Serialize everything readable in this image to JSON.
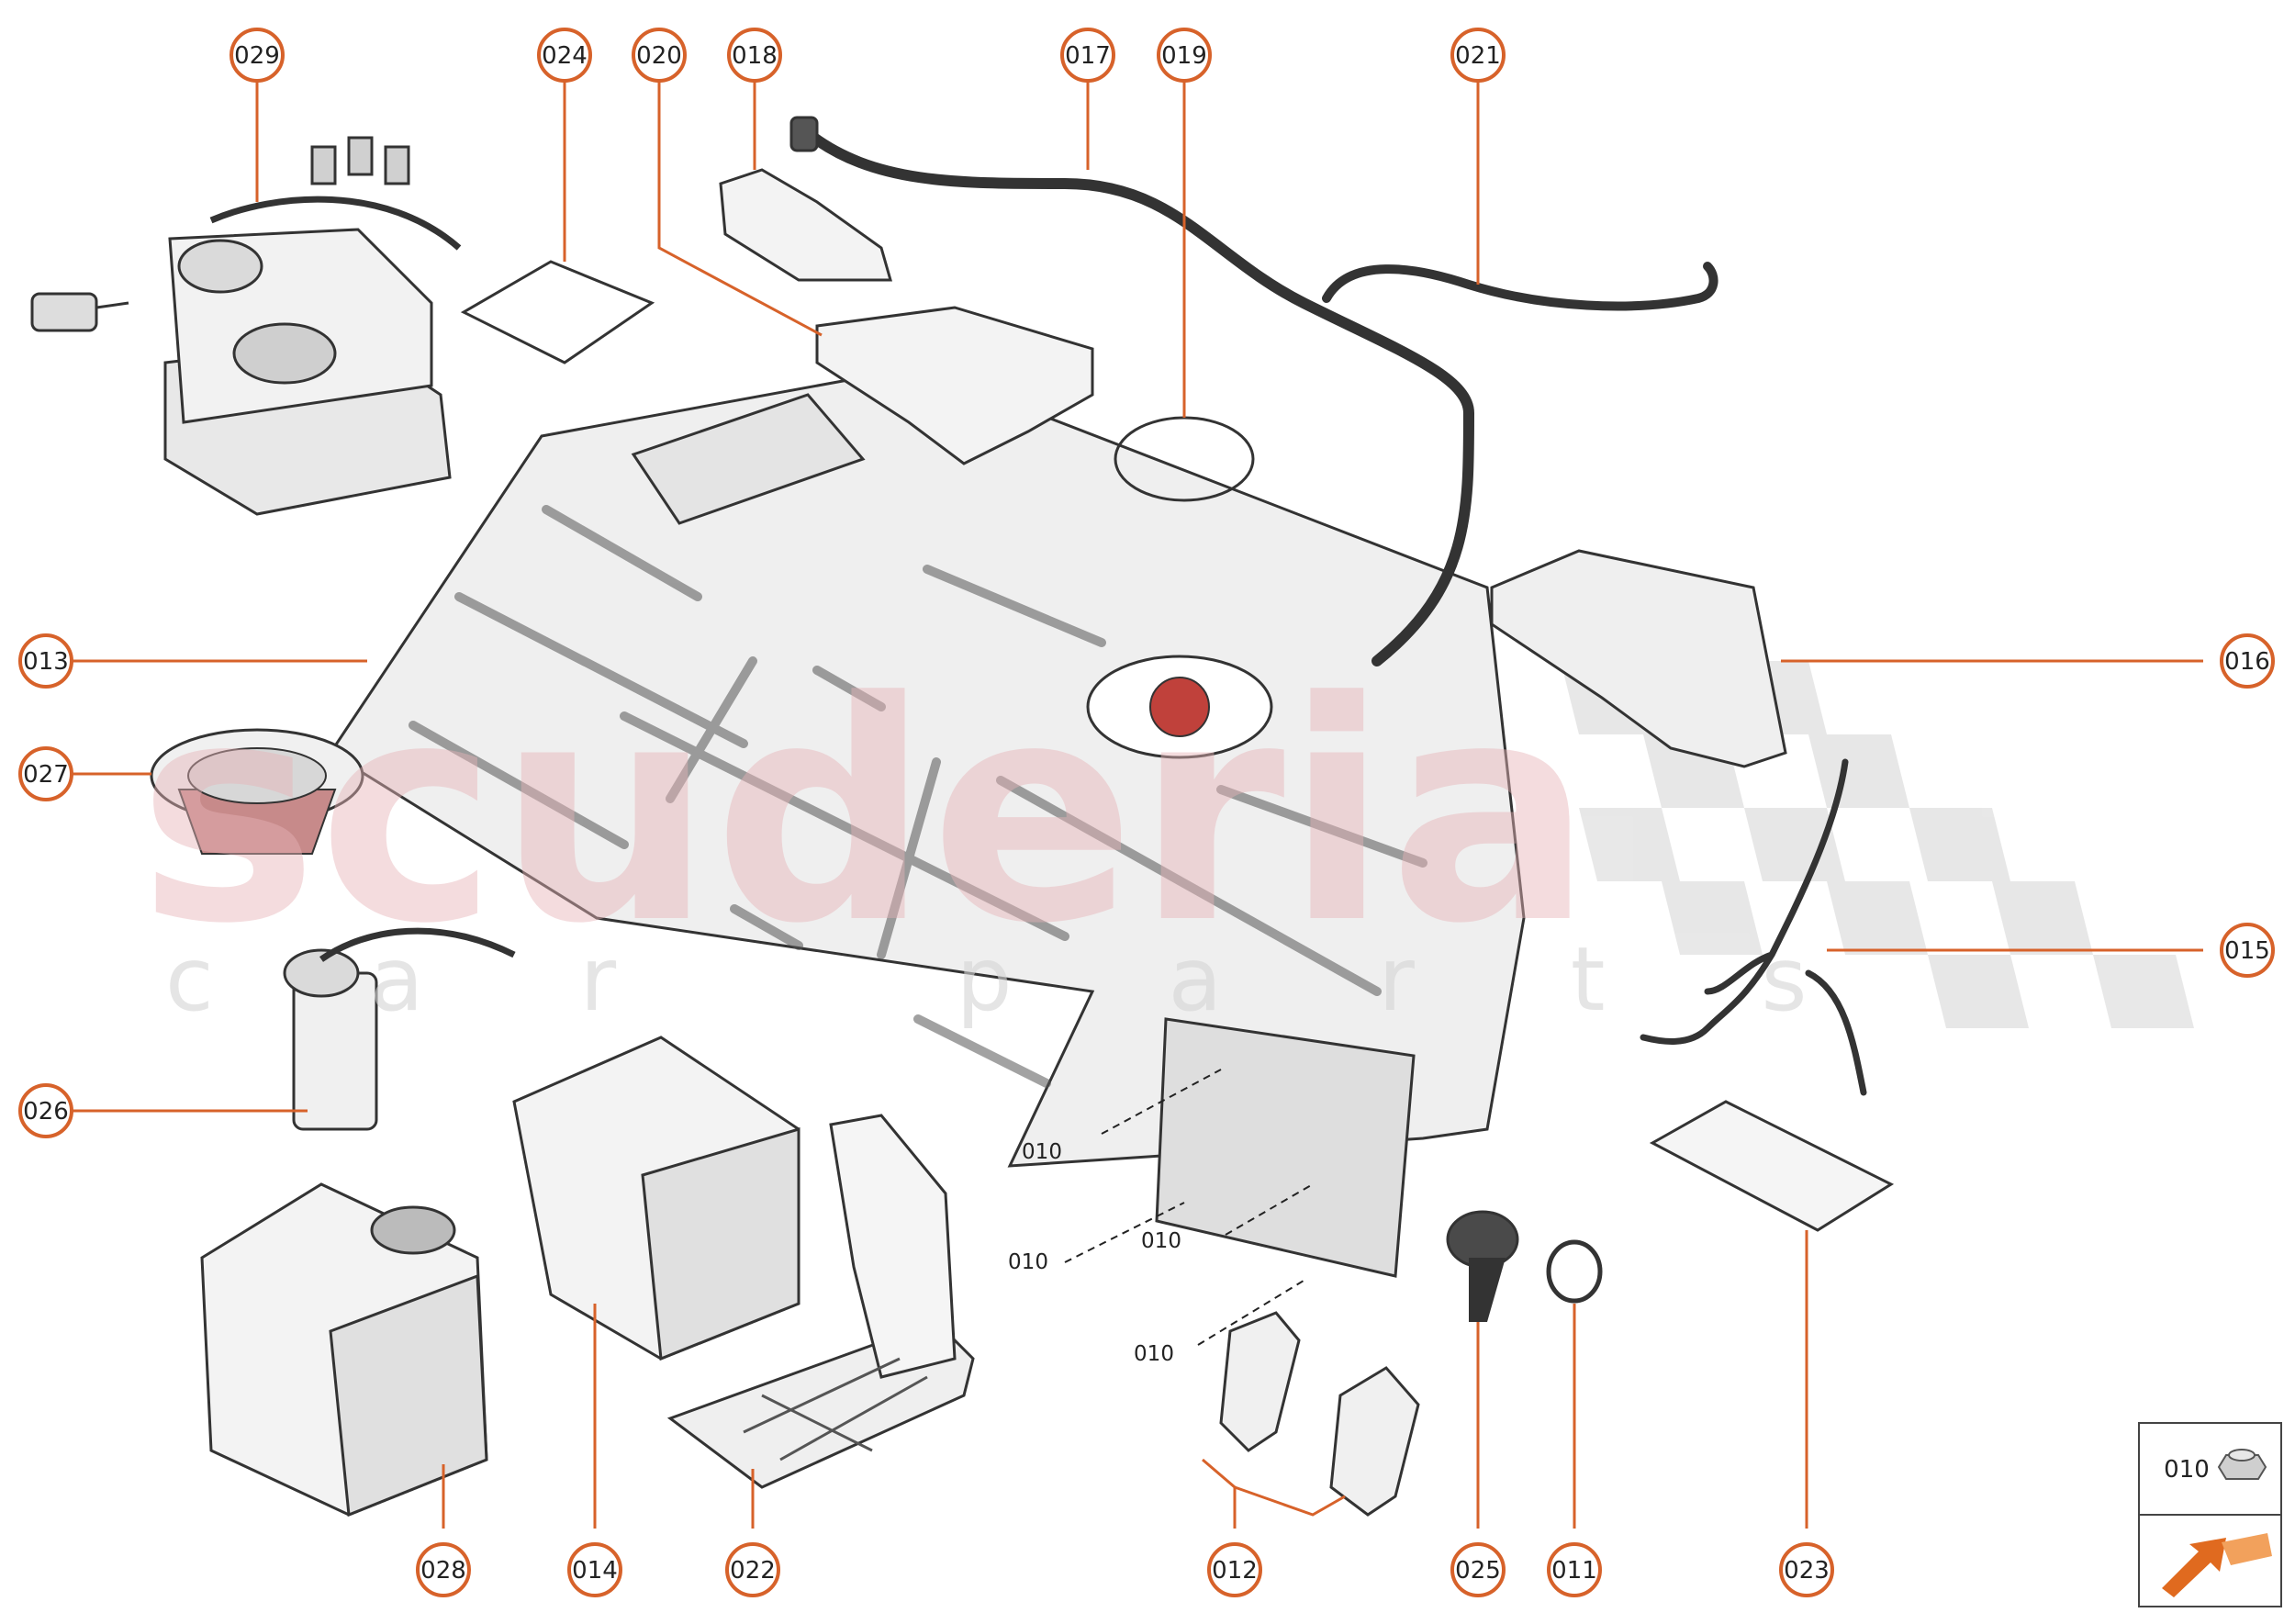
{
  "watermark": {
    "main": "scuderia",
    "sub": "car parts"
  },
  "callouts": {
    "c029": "029",
    "c024": "024",
    "c020": "020",
    "c018": "018",
    "c017": "017",
    "c019": "019",
    "c021": "021",
    "c013": "013",
    "c016": "016",
    "c027": "027",
    "c015": "015",
    "c026": "026",
    "c028": "028",
    "c014": "014",
    "c022": "022",
    "c012": "012",
    "c025": "025",
    "c011": "011",
    "c023": "023"
  },
  "refs": {
    "r1": "010",
    "r2": "010",
    "r3": "010",
    "r4": "010"
  },
  "legend": {
    "label": "010",
    "icon": "hex-bolt-icon",
    "nav_icon": "orange-arrow-icon"
  },
  "colors": {
    "callout_ring": "#d7622a",
    "part_fill": "#f2f2f2",
    "part_stroke": "#333333",
    "watermark": "#e7b3b7"
  }
}
